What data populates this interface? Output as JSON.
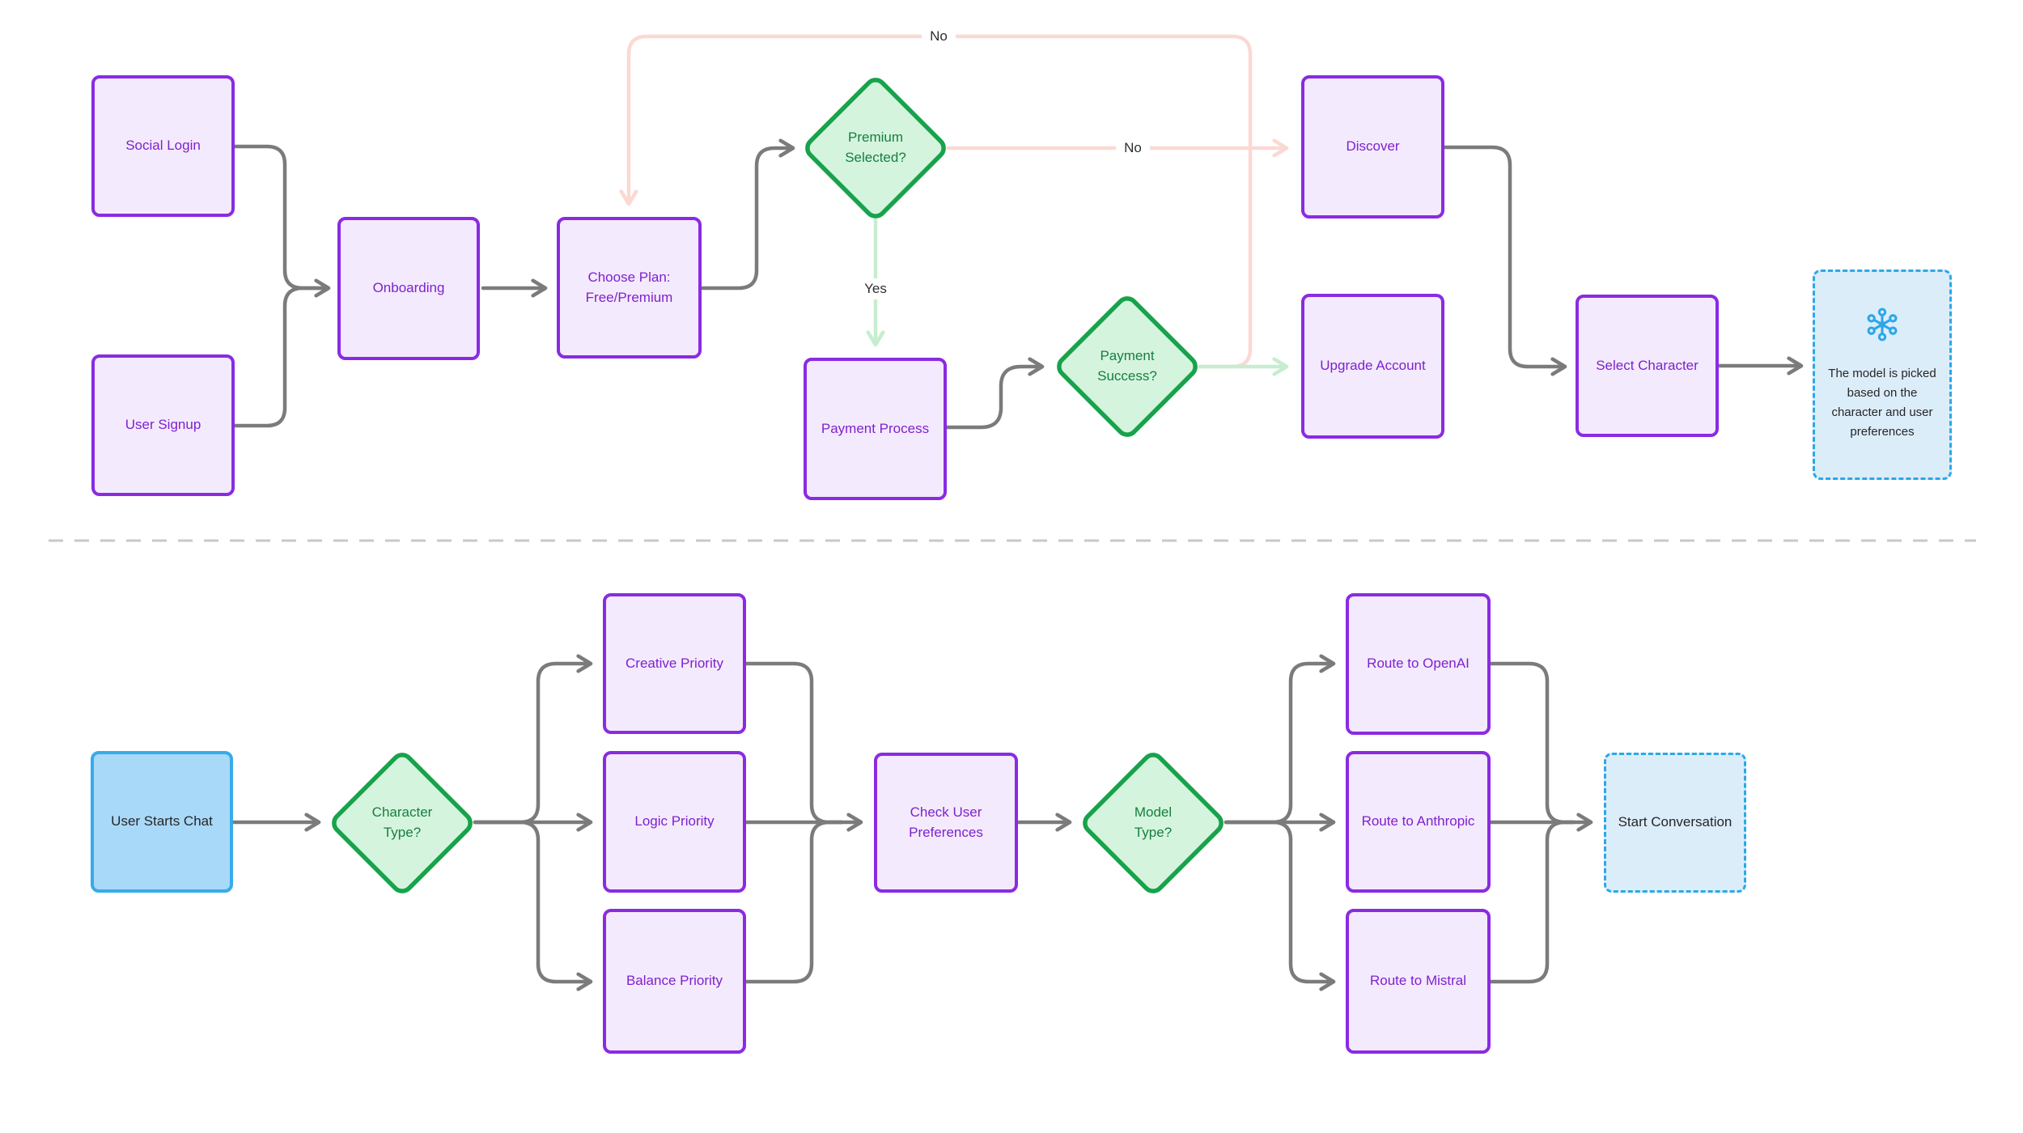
{
  "diagram": {
    "type": "flowchart",
    "sections": [
      "signup-and-plan-flow",
      "chat-model-routing-flow"
    ]
  },
  "palette": {
    "node_fill_purple": "#f4eafd",
    "node_border_purple": "#8a2be2",
    "node_text_purple": "#7e22ce",
    "diamond_fill_green": "#d5f4de",
    "diamond_border_green": "#17a34b",
    "diamond_text_green": "#15803d",
    "start_fill_blue": "#a9d9f8",
    "start_border_blue": "#36ace9",
    "end_fill_blue": "#dcedfa",
    "end_border_blue": "#2aa8e9",
    "edge_gray": "#7b7b7b",
    "edge_pink": "#fbd9d3",
    "edge_light_green": "#c6edd0",
    "edge_label_text": "#2e2e2e",
    "note_icon_blue": "#2ba7ea"
  },
  "top_flow": {
    "nodes": {
      "social_login": {
        "label": "Social Login"
      },
      "user_signup": {
        "label": "User Signup"
      },
      "onboarding": {
        "label": "Onboarding"
      },
      "choose_plan": {
        "label": "Choose Plan: Free/Premium"
      },
      "premium_selected": {
        "label": "Premium Selected?"
      },
      "payment_process": {
        "label": "Payment Process"
      },
      "payment_success": {
        "label": "Payment Success?"
      },
      "discover": {
        "label": "Discover"
      },
      "upgrade_account": {
        "label": "Upgrade Account"
      },
      "select_character": {
        "label": "Select Character"
      },
      "model_note": {
        "icon": "network-hub-icon",
        "label": "The model is picked based on the character and user preferences"
      }
    },
    "edge_labels": {
      "payment_failed_no": "No",
      "premium_not_selected_no": "No",
      "premium_selected_yes": "Yes"
    }
  },
  "bottom_flow": {
    "nodes": {
      "user_starts_chat": {
        "label": "User Starts Chat"
      },
      "character_type": {
        "label": "Character Type?"
      },
      "creative_priority": {
        "label": "Creative Priority"
      },
      "logic_priority": {
        "label": "Logic Priority"
      },
      "balance_priority": {
        "label": "Balance Priority"
      },
      "check_user_preferences": {
        "label": "Check User Preferences"
      },
      "model_type": {
        "label": "Model Type?"
      },
      "route_openai": {
        "label": "Route to OpenAI"
      },
      "route_anthropic": {
        "label": "Route to Anthropic"
      },
      "route_mistral": {
        "label": "Route to Mistral"
      },
      "start_conversation": {
        "label": "Start Conversation"
      }
    }
  }
}
